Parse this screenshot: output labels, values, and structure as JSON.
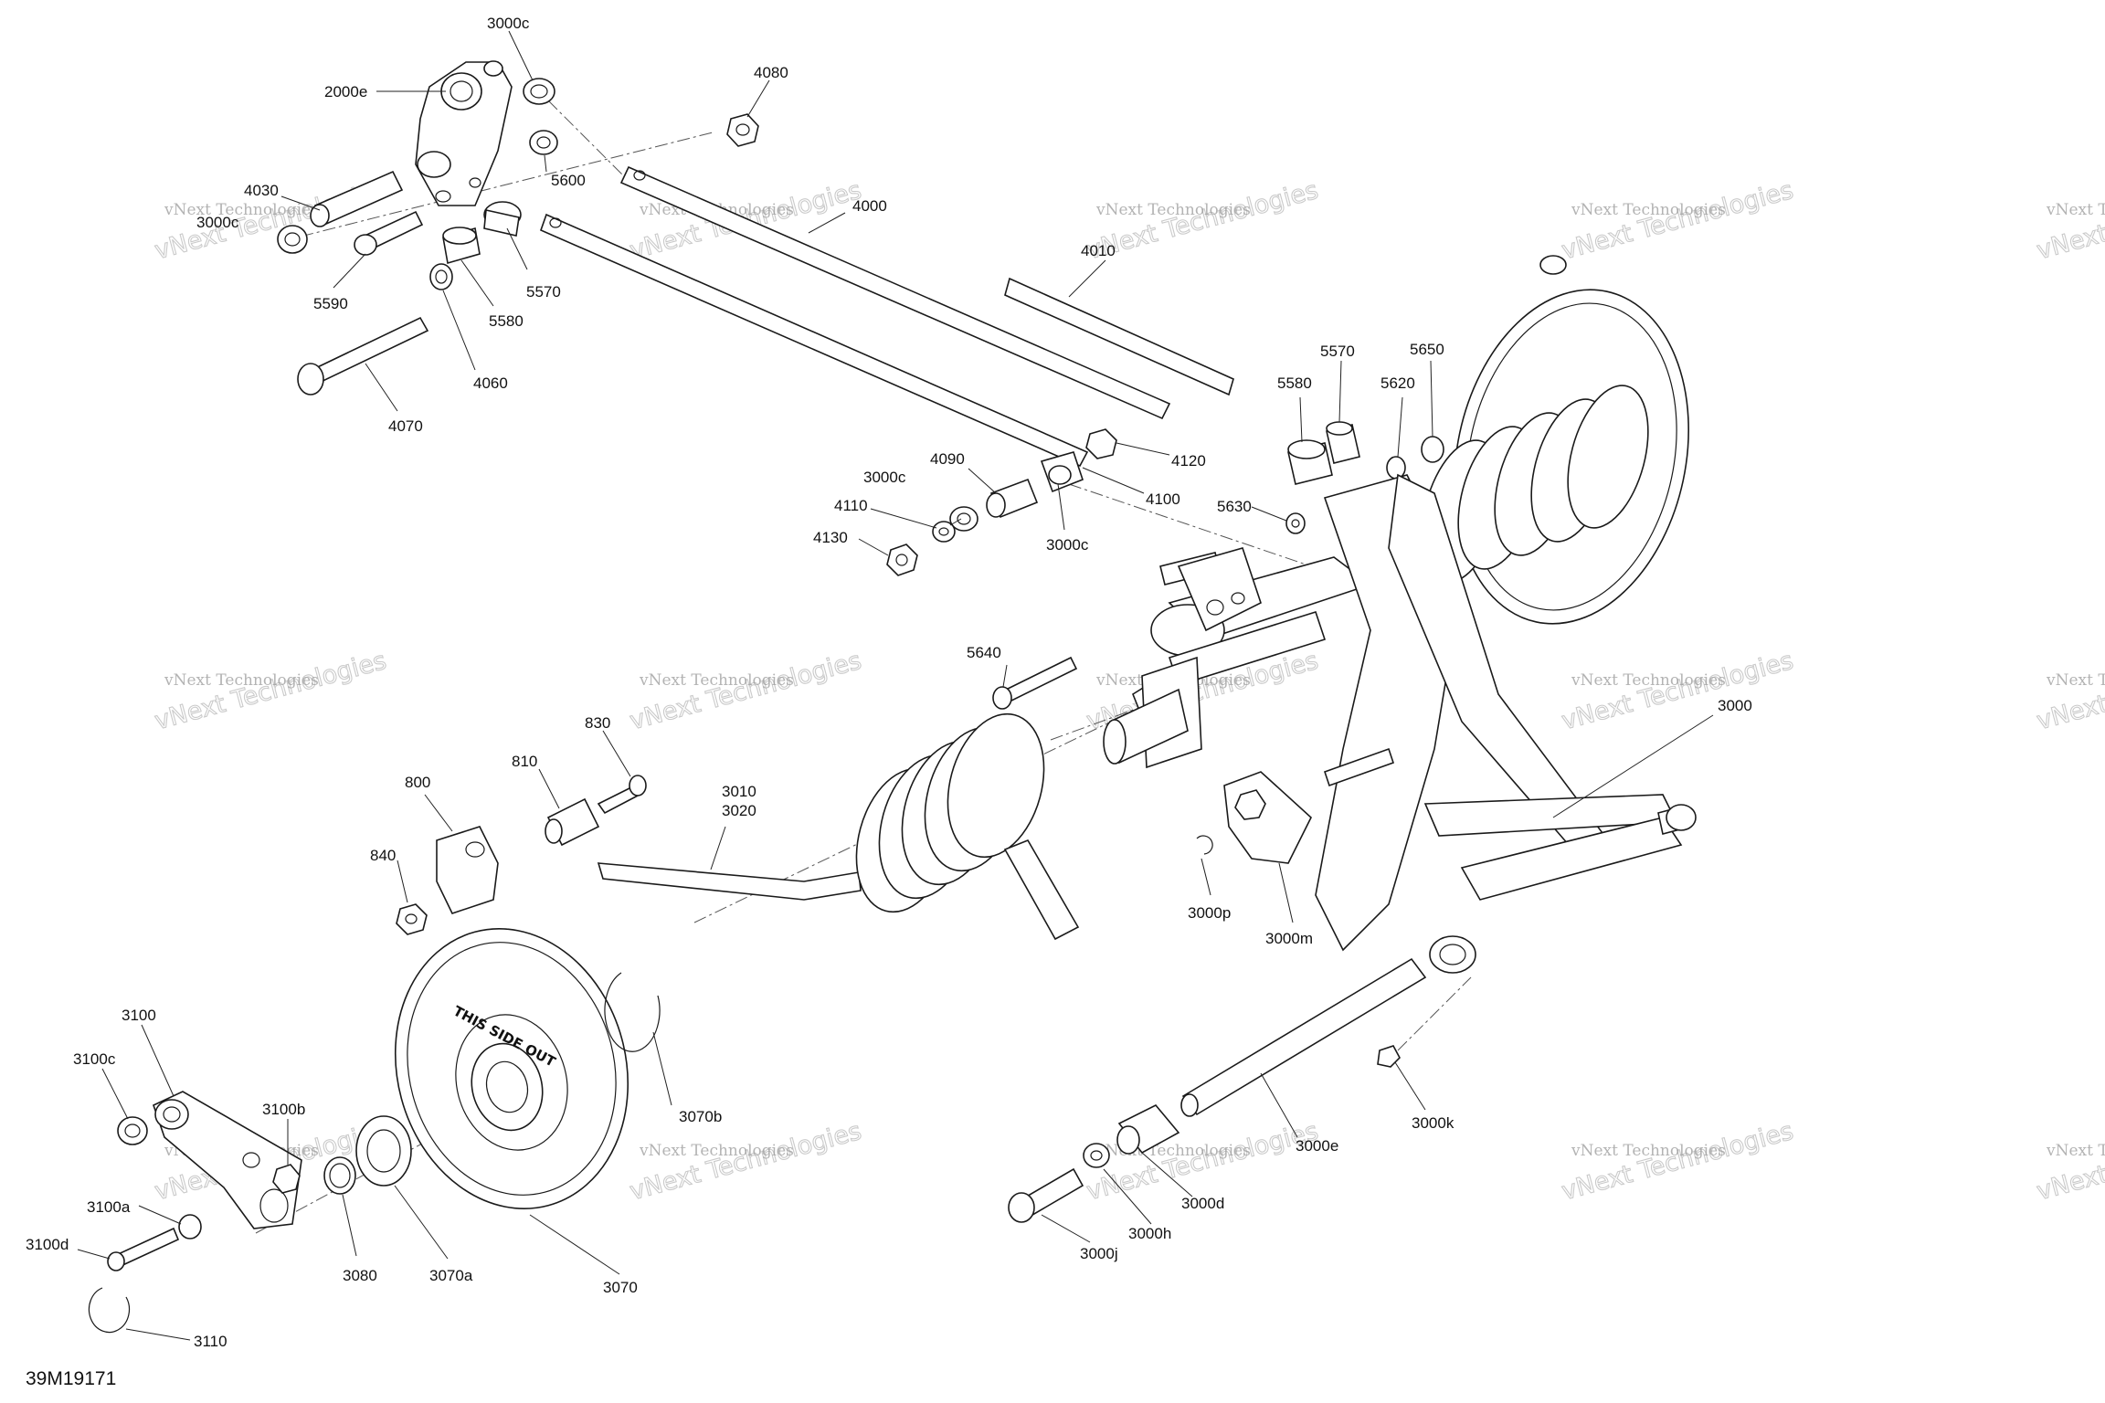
{
  "diagram": {
    "figure_code": "39M19171",
    "engraving": "THIS SIDE OUT",
    "watermark": {
      "line1": "vNext Technologies",
      "line2": "vNext Technologies"
    },
    "callouts": {
      "c_3000c_top": "3000c",
      "c_2000e": "2000e",
      "c_4080": "4080",
      "c_4030": "4030",
      "c_3000c_left": "3000c",
      "c_5600": "5600",
      "c_4000": "4000",
      "c_5590": "5590",
      "c_5570_left": "5570",
      "c_5580_left": "5580",
      "c_4010": "4010",
      "c_4060": "4060",
      "c_4070": "4070",
      "c_5570_right": "5570",
      "c_5650": "5650",
      "c_5580_right": "5580",
      "c_5620": "5620",
      "c_4120": "4120",
      "c_4090": "4090",
      "c_3000c_mid": "3000c",
      "c_4100": "4100",
      "c_4110": "4110",
      "c_5630": "5630",
      "c_4130": "4130",
      "c_3000c_low": "3000c",
      "c_5640": "5640",
      "c_3000": "3000",
      "c_830": "830",
      "c_810": "810",
      "c_3010": "3010",
      "c_3020": "3020",
      "c_800": "800",
      "c_840": "840",
      "c_3000p": "3000p",
      "c_3000m": "3000m",
      "c_3100": "3100",
      "c_3100c": "3100c",
      "c_3100b": "3100b",
      "c_3070b": "3070b",
      "c_3000k": "3000k",
      "c_3000e": "3000e",
      "c_3000d": "3000d",
      "c_3000h": "3000h",
      "c_3000j": "3000j",
      "c_3100a": "3100a",
      "c_3100d": "3100d",
      "c_3080": "3080",
      "c_3070a": "3070a",
      "c_3070": "3070",
      "c_3110": "3110"
    }
  }
}
